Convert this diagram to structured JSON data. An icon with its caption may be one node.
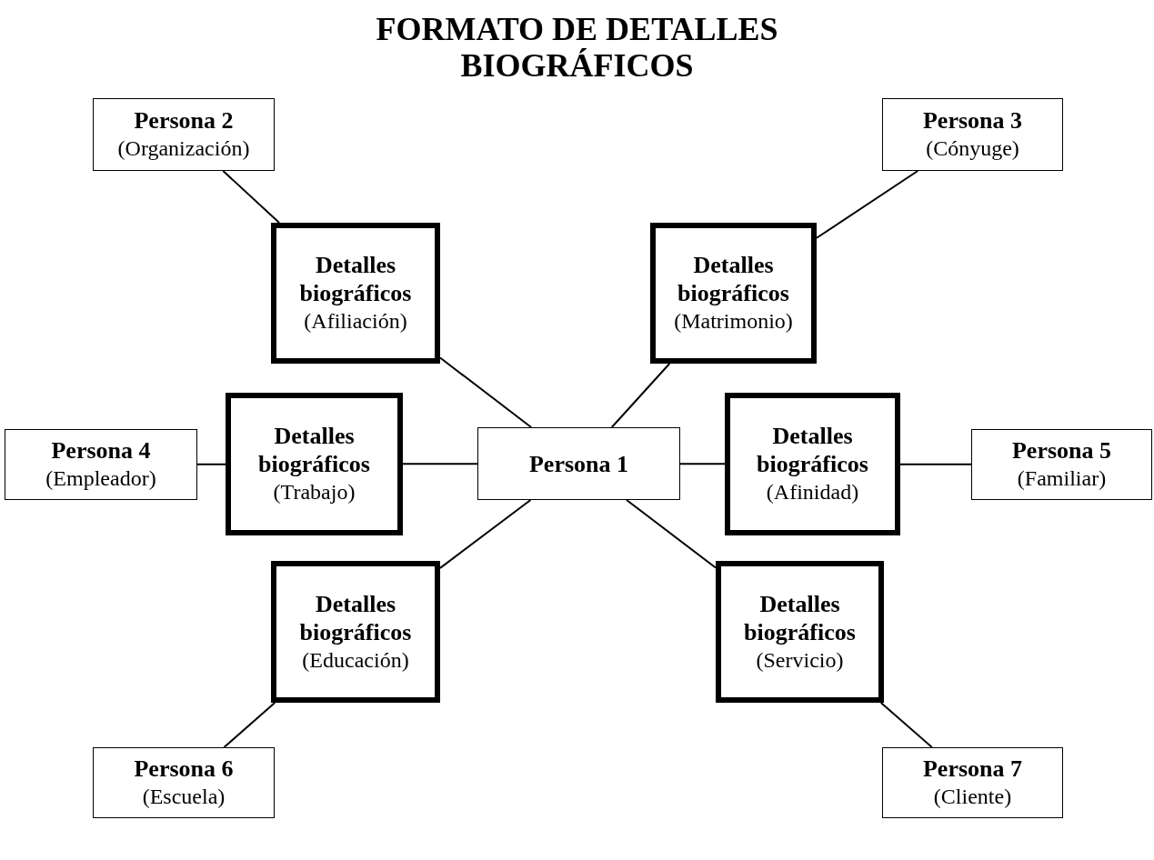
{
  "diagram": {
    "title": "FORMATO DE DETALLES BIOGRÁFICOS",
    "nodes": [
      {
        "text": [
          "Persona 2",
          "(Organización)"
        ]
      },
      {
        "text": [
          "Persona 3",
          "(Cónyuge)"
        ]
      },
      {
        "text": [
          "Detalles biográficos",
          "(Afiliación)"
        ]
      },
      {
        "text": [
          "Detalles biográficos",
          "(Matrimonio)"
        ]
      },
      {
        "text": [
          "Persona 4",
          "(Empleador)"
        ]
      },
      {
        "text": [
          "Detalles biográficos",
          "(Trabajo)"
        ]
      },
      {
        "text": [
          "Persona 1"
        ]
      },
      {
        "text": [
          "Detalles biográficos",
          "(Afinidad)"
        ]
      },
      {
        "text": [
          "Persona 5",
          "(Familiar)"
        ]
      },
      {
        "text": [
          "Detalles biográficos",
          "(Educación)"
        ]
      },
      {
        "text": [
          "Detalles biográficos",
          "(Servicio)"
        ]
      },
      {
        "text": [
          "Persona 6",
          "(Escuela)"
        ]
      },
      {
        "text": [
          "Persona 7",
          "(Cliente)"
        ]
      }
    ],
    "edges": [
      {
        "from": 0,
        "to": 2,
        "arrow": "none"
      },
      {
        "from": 1,
        "to": 3,
        "arrow": "none"
      },
      {
        "from": 2,
        "to": 6,
        "arrow": "none"
      },
      {
        "from": 3,
        "to": 6,
        "arrow": "none"
      },
      {
        "from": 4,
        "to": 5,
        "arrow": "none"
      },
      {
        "from": 5,
        "to": 6,
        "arrow": "none"
      },
      {
        "from": 6,
        "to": 7,
        "arrow": "none"
      },
      {
        "from": 7,
        "to": 8,
        "arrow": "none"
      },
      {
        "from": 6,
        "to": 9,
        "arrow": "none"
      },
      {
        "from": 6,
        "to": 10,
        "arrow": "none"
      },
      {
        "from": 9,
        "to": 11,
        "arrow": "none"
      },
      {
        "from": 10,
        "to": 12,
        "arrow": "none"
      }
    ]
  }
}
